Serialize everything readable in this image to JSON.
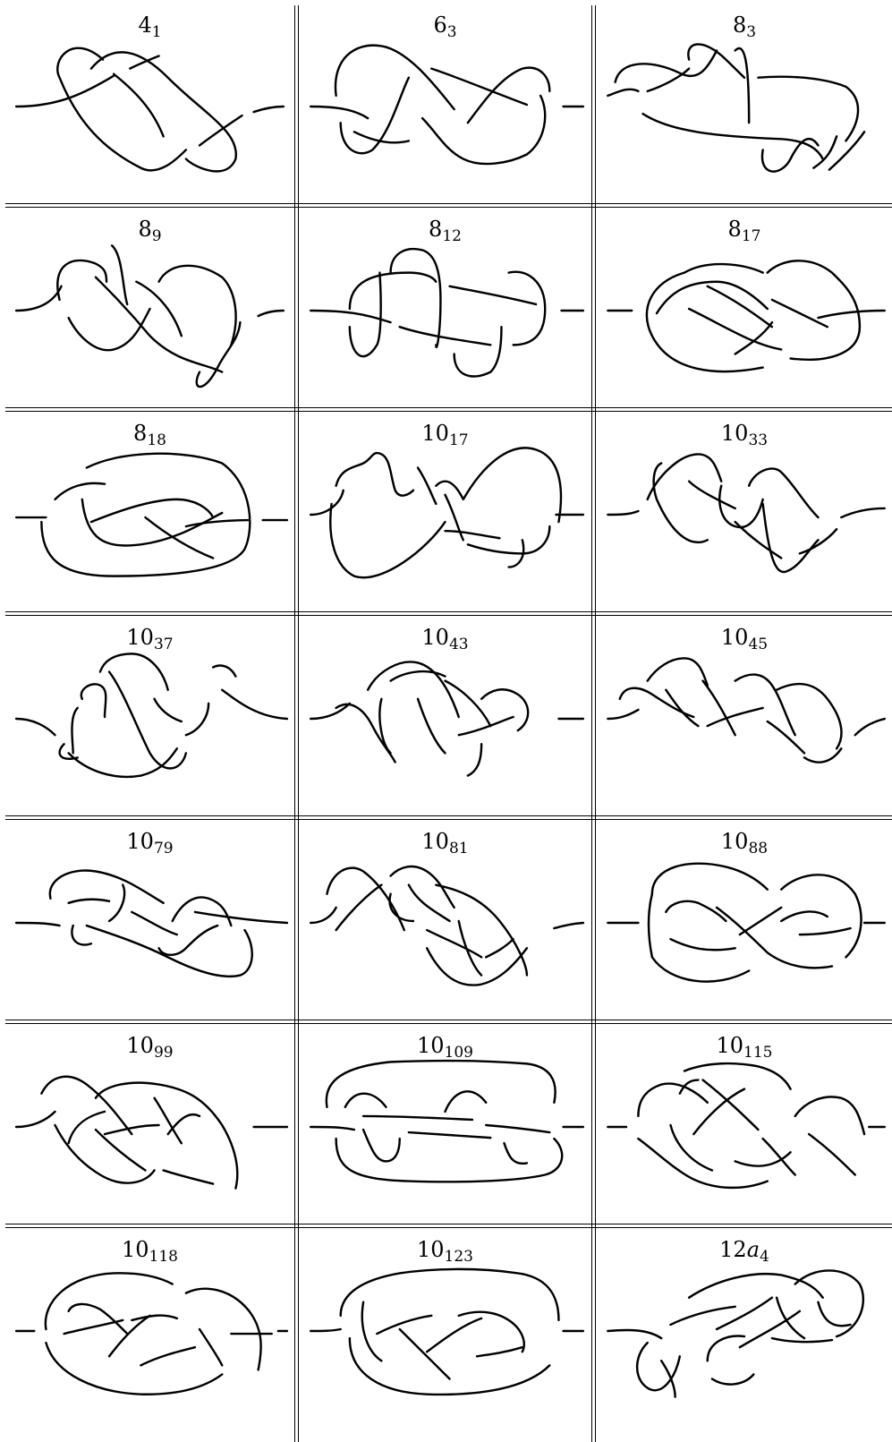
{
  "knots": [
    {
      "id": "4_1",
      "base": "4",
      "sub": "1",
      "italic": ""
    },
    {
      "id": "6_3",
      "base": "6",
      "sub": "3",
      "italic": ""
    },
    {
      "id": "8_3",
      "base": "8",
      "sub": "3",
      "italic": ""
    },
    {
      "id": "8_9",
      "base": "8",
      "sub": "9",
      "italic": ""
    },
    {
      "id": "8_12",
      "base": "8",
      "sub": "12",
      "italic": ""
    },
    {
      "id": "8_17",
      "base": "8",
      "sub": "17",
      "italic": ""
    },
    {
      "id": "8_18",
      "base": "8",
      "sub": "18",
      "italic": ""
    },
    {
      "id": "10_17",
      "base": "10",
      "sub": "17",
      "italic": ""
    },
    {
      "id": "10_33",
      "base": "10",
      "sub": "33",
      "italic": ""
    },
    {
      "id": "10_37",
      "base": "10",
      "sub": "37",
      "italic": ""
    },
    {
      "id": "10_43",
      "base": "10",
      "sub": "43",
      "italic": ""
    },
    {
      "id": "10_45",
      "base": "10",
      "sub": "45",
      "italic": ""
    },
    {
      "id": "10_79",
      "base": "10",
      "sub": "79",
      "italic": ""
    },
    {
      "id": "10_81",
      "base": "10",
      "sub": "81",
      "italic": ""
    },
    {
      "id": "10_88",
      "base": "10",
      "sub": "88",
      "italic": ""
    },
    {
      "id": "10_99",
      "base": "10",
      "sub": "99",
      "italic": ""
    },
    {
      "id": "10_109",
      "base": "10",
      "sub": "109",
      "italic": ""
    },
    {
      "id": "10_115",
      "base": "10",
      "sub": "115",
      "italic": ""
    },
    {
      "id": "10_118",
      "base": "10",
      "sub": "118",
      "italic": ""
    },
    {
      "id": "10_123",
      "base": "10",
      "sub": "123",
      "italic": ""
    },
    {
      "id": "12a_4",
      "base": "12",
      "sub": "4",
      "italic": "a"
    }
  ],
  "colors": {
    "ink": "#000000",
    "background": "#ffffff"
  }
}
